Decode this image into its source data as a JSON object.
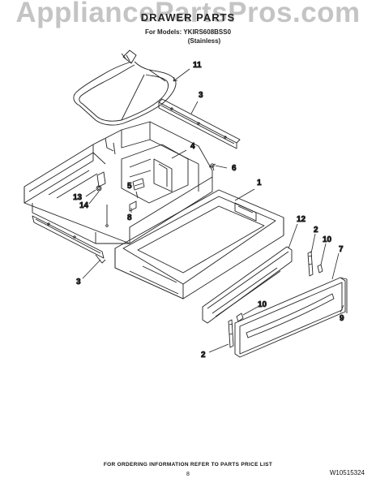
{
  "watermark": "AppliancePartsPros.com",
  "header": {
    "title": "DRAWER PARTS",
    "model_line": "For Models: YKIRS608BSS0",
    "variant": "(Stainless)"
  },
  "callouts": {
    "c11": "11",
    "c3a": "3",
    "c4": "4",
    "c6": "6",
    "c1": "1",
    "c5": "5",
    "c13": "13",
    "c14": "14",
    "c8": "8",
    "c12": "12",
    "c2a": "2",
    "c10a": "10",
    "c7": "7",
    "c3b": "3",
    "c10b": "10",
    "c9": "9",
    "c2b": "2"
  },
  "footer": {
    "ordering_note": "FOR ORDERING INFORMATION REFER TO PARTS PRICE LIST",
    "page_number": "8",
    "document_number": "W10515324"
  }
}
